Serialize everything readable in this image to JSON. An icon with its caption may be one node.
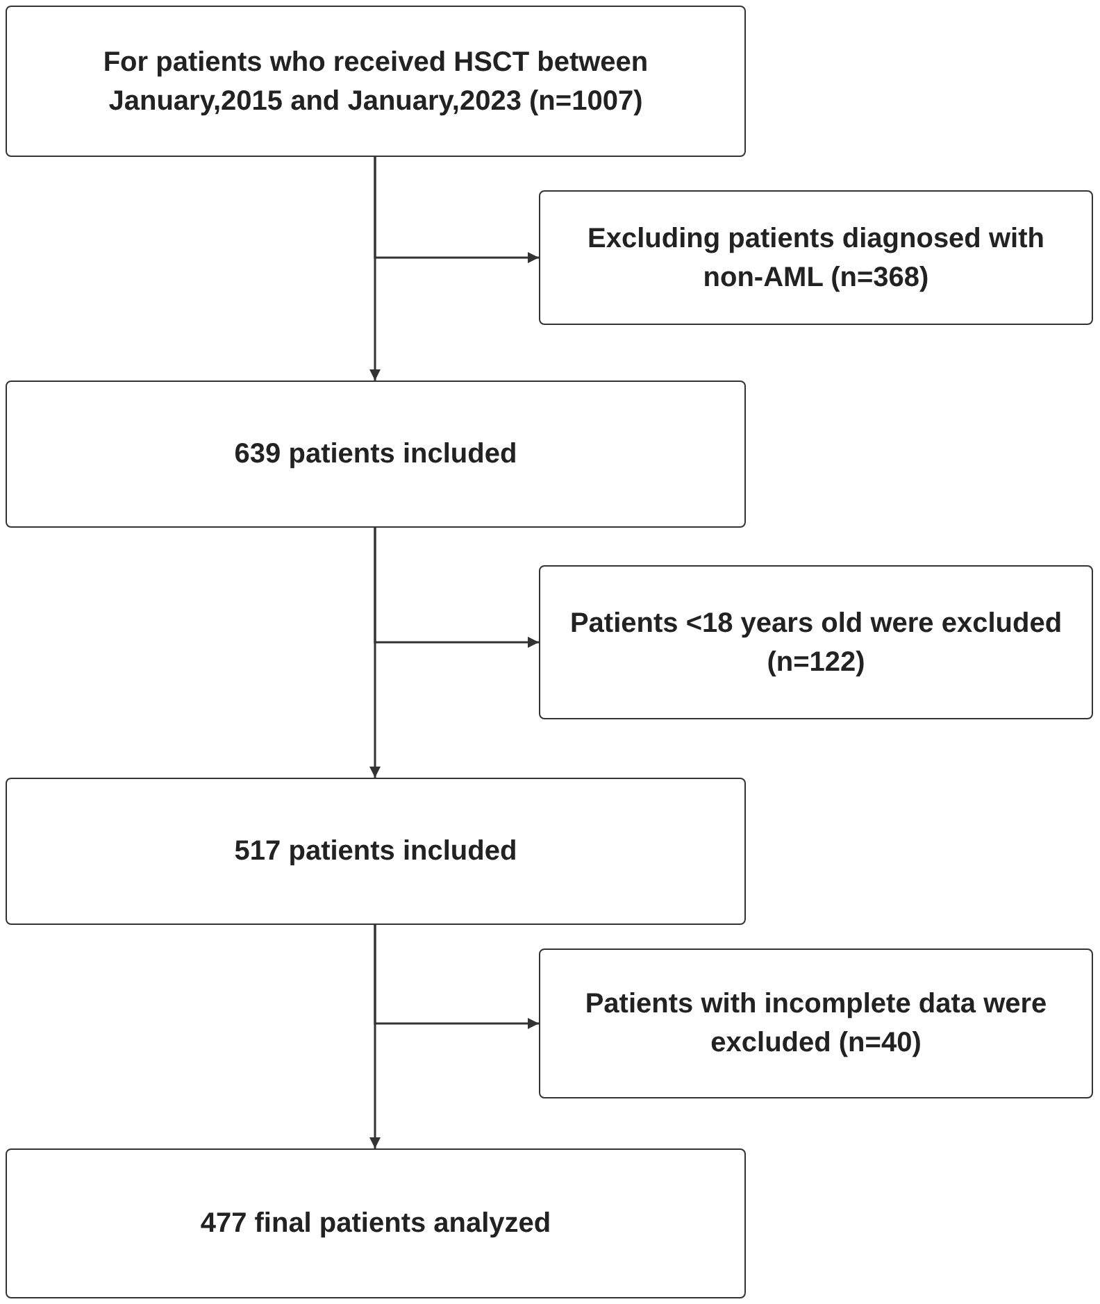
{
  "diagram": {
    "nodes": [
      {
        "text": [
          "For patients who received HSCT between January,2015 and January,2023 (n=1007)"
        ]
      },
      {
        "text": [
          "Excluding patients diagnosed with non-AML (n=368)"
        ]
      },
      {
        "text": [
          "639 patients included"
        ]
      },
      {
        "text": [
          "Patients <18 years old were excluded (n=122)"
        ]
      },
      {
        "text": [
          "517 patients included"
        ]
      },
      {
        "text": [
          "Patients with incomplete data were excluded (n=40)"
        ]
      },
      {
        "text": [
          "477 final patients analyzed"
        ]
      }
    ],
    "edges": [
      {
        "from": 0,
        "to": 2,
        "arrow": "to"
      },
      {
        "from": 0,
        "to": 1,
        "arrow": "to"
      },
      {
        "from": 2,
        "to": 4,
        "arrow": "to"
      },
      {
        "from": 2,
        "to": 3,
        "arrow": "to"
      },
      {
        "from": 4,
        "to": 6,
        "arrow": "to"
      },
      {
        "from": 4,
        "to": 5,
        "arrow": "to"
      }
    ]
  }
}
